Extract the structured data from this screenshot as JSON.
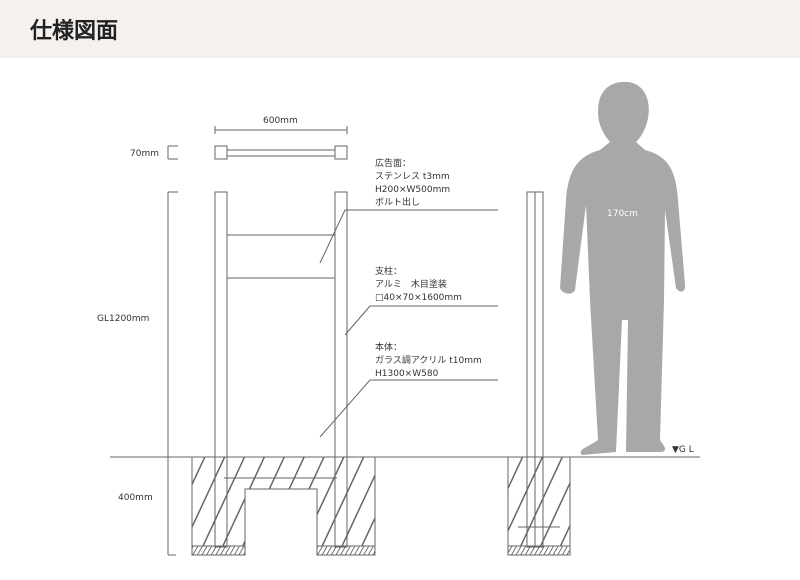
{
  "header": {
    "title": "仕様図面"
  },
  "dimensions": {
    "width": "600mm",
    "thickness": "70mm",
    "height": "GL1200mm",
    "depth": "400mm",
    "person": "170cm",
    "ground": "▼G L"
  },
  "notes": {
    "panel": [
      "広告面：",
      "ステンレス t3mm",
      "H200×W500mm",
      "ボルト出し"
    ],
    "post": [
      "支柱：",
      "アルミ　木目塗装",
      "□40×70×1600mm"
    ],
    "body": [
      "本体：",
      "ガラス調アクリル t10mm",
      "H1300×W580"
    ]
  },
  "colors": {
    "header_bg": "#f5f1ee",
    "line": "#555555",
    "person": "#a8a8a8"
  }
}
